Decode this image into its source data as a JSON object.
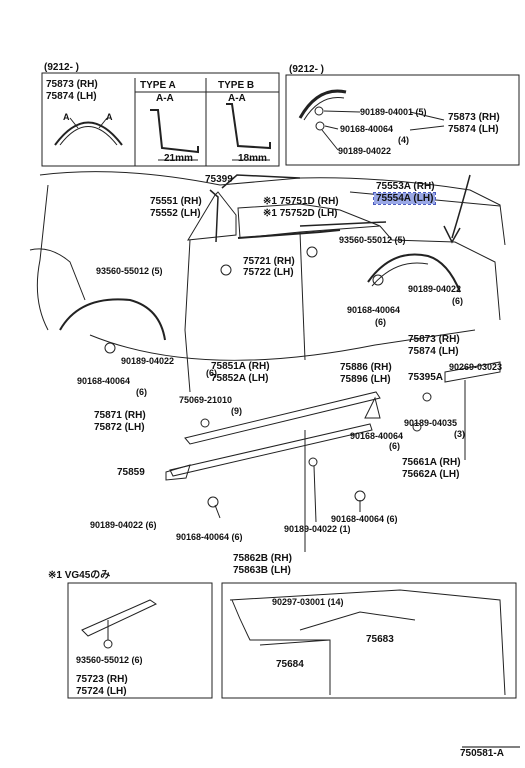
{
  "inset_tl": {
    "date": "(9212-      )",
    "rh": "75873 (RH)",
    "lh": "75874 (LH)",
    "type_a": "TYPE  A",
    "type_b": "TYPE  B",
    "section": "A-A",
    "dim_a": "21mm",
    "dim_b": "18mm",
    "arrow": "A"
  },
  "inset_tr": {
    "date": "(9212-      )",
    "p1": "90189-04001 (5)",
    "p2": "90168-40064",
    "p2q": "(4)",
    "p3": "90189-04022",
    "rh": "75873 (RH)",
    "lh": "75874 (LH)"
  },
  "parts": {
    "p75399": "75399",
    "p75553": "75553A (RH)",
    "p75554": "75554A (LH)",
    "p75551": "75551 (RH)",
    "p75552": "75552 (LH)",
    "p75751": "※1 75751D (RH)",
    "p75752": "※1 75752D (LH)",
    "p93560a": "93560-55012 (5)",
    "p75721": "75721 (RH)",
    "p75722": "75722 (LH)",
    "p93560b": "93560-55012 (5)",
    "r90189": "90189-04022",
    "r90189q": "(6)",
    "r90168": "90168-40064",
    "r90168q": "(6)",
    "r75873": "75873 (RH)",
    "r75874": "75874 (LH)",
    "l90189": "90189-04022",
    "l90189q": "(6)",
    "l90168": "90168-40064",
    "l90168q": "(6)",
    "l75871": "75871 (RH)",
    "l75872": "75872 (LH)",
    "p75851": "75851A (RH)",
    "p75852": "75852A (LH)",
    "p75069": "75069-21010",
    "p75069q": "(9)",
    "p75886": "75886 (RH)",
    "p75896": "75896 (LH)",
    "p75395": "75395A",
    "p90269": "90269-03023",
    "p90189c": "90189-04035",
    "p90189cq": "(3)",
    "p90168c": "90168-40064",
    "p90168cq": "(6)",
    "p75661": "75661A (RH)",
    "p75662": "75662A (LH)",
    "p75859": "75859",
    "b90189": "90189-04022 (6)",
    "b90168": "90168-40064 (6)",
    "c90168": "90168-40064 (6)",
    "c90189": "90189-04022 (1)",
    "p75862": "75862B (RH)",
    "p75863": "75863B (LH)"
  },
  "inset_bl": {
    "title": "※1 VG45のみ",
    "p93560": "93560-55012 (6)",
    "rh": "75723 (RH)",
    "lh": "75724 (LH)"
  },
  "inset_br": {
    "p90297": "90297-03001 (14)",
    "p75683": "75683",
    "p75684": "75684"
  },
  "footer": {
    "code": "750581-A"
  }
}
